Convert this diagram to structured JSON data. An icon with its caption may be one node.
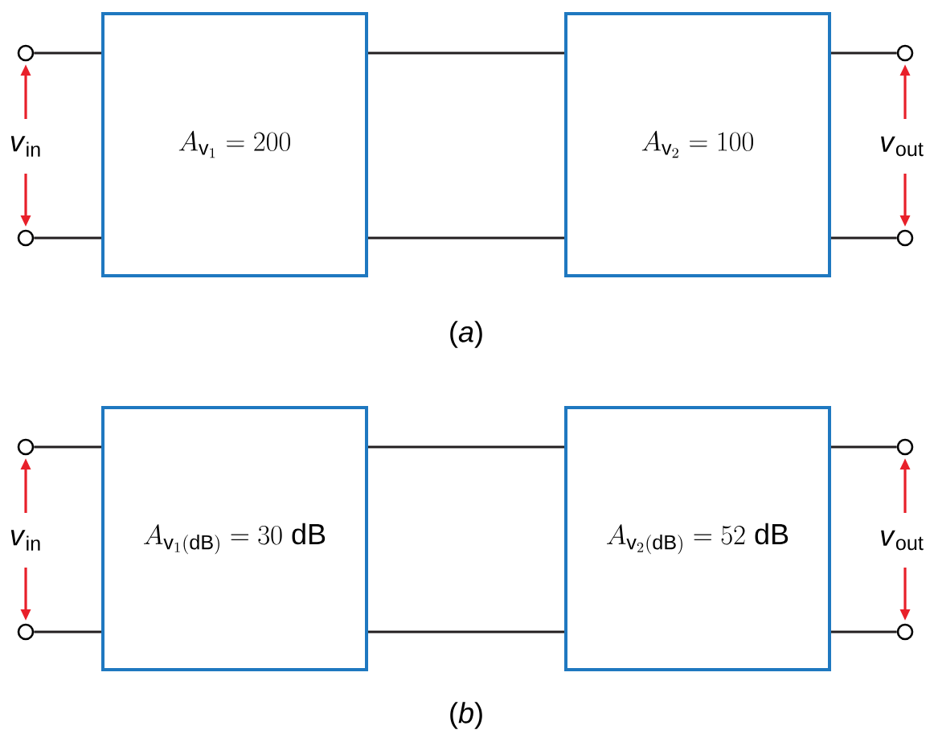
{
  "diagram": {
    "nodes": [
      {
        "text": [],
        "shape": "circle"
      },
      {
        "text": [
          "A_{\\mathrm{v}_{1}} = 200"
        ]
      },
      {
        "text": [
          "A_{\\mathrm{v}_{2}} = 100"
        ]
      },
      {
        "text": [],
        "shape": "circle"
      },
      {
        "text": [],
        "shape": "circle"
      },
      {
        "text": [],
        "shape": "circle"
      },
      {
        "text": [],
        "shape": "circle"
      },
      {
        "text": [
          "A_{\\mathrm{v}_{1}(\\mathrm{dB})} = 30\\ \\mathrm{dB}"
        ]
      },
      {
        "text": [
          "A_{\\mathrm{v}_{2}(\\mathrm{dB})} = 52\\ \\mathrm{dB}"
        ]
      },
      {
        "text": [],
        "shape": "circle"
      },
      {
        "text": [],
        "shape": "circle"
      },
      {
        "text": [],
        "shape": "circle"
      }
    ],
    "edges": [
      {
        "from": 0,
        "to": 1,
        "arrow": "none"
      },
      {
        "from": 1,
        "to": 2,
        "arrow": "none"
      },
      {
        "from": 2,
        "to": 3,
        "arrow": "none"
      },
      {
        "from": 4,
        "to": 1,
        "arrow": "none"
      },
      {
        "from": 1,
        "to": 2,
        "arrow": "none"
      },
      {
        "from": 2,
        "to": 5,
        "arrow": "none"
      },
      {
        "from": 6,
        "to": 7,
        "arrow": "none"
      },
      {
        "from": 7,
        "to": 8,
        "arrow": "none"
      },
      {
        "from": 8,
        "to": 9,
        "arrow": "none"
      },
      {
        "from": 10,
        "to": 7,
        "arrow": "none"
      },
      {
        "from": 7,
        "to": 8,
        "arrow": "none"
      },
      {
        "from": 8,
        "to": 11,
        "arrow": "none"
      }
    ],
    "labels": [
      "*v*$_{in}$",
      "*v*$_{out}$",
      "(*a*)",
      "*v*$_{in}$",
      "*v*$_{out}$",
      "(*b*)"
    ]
  }
}
